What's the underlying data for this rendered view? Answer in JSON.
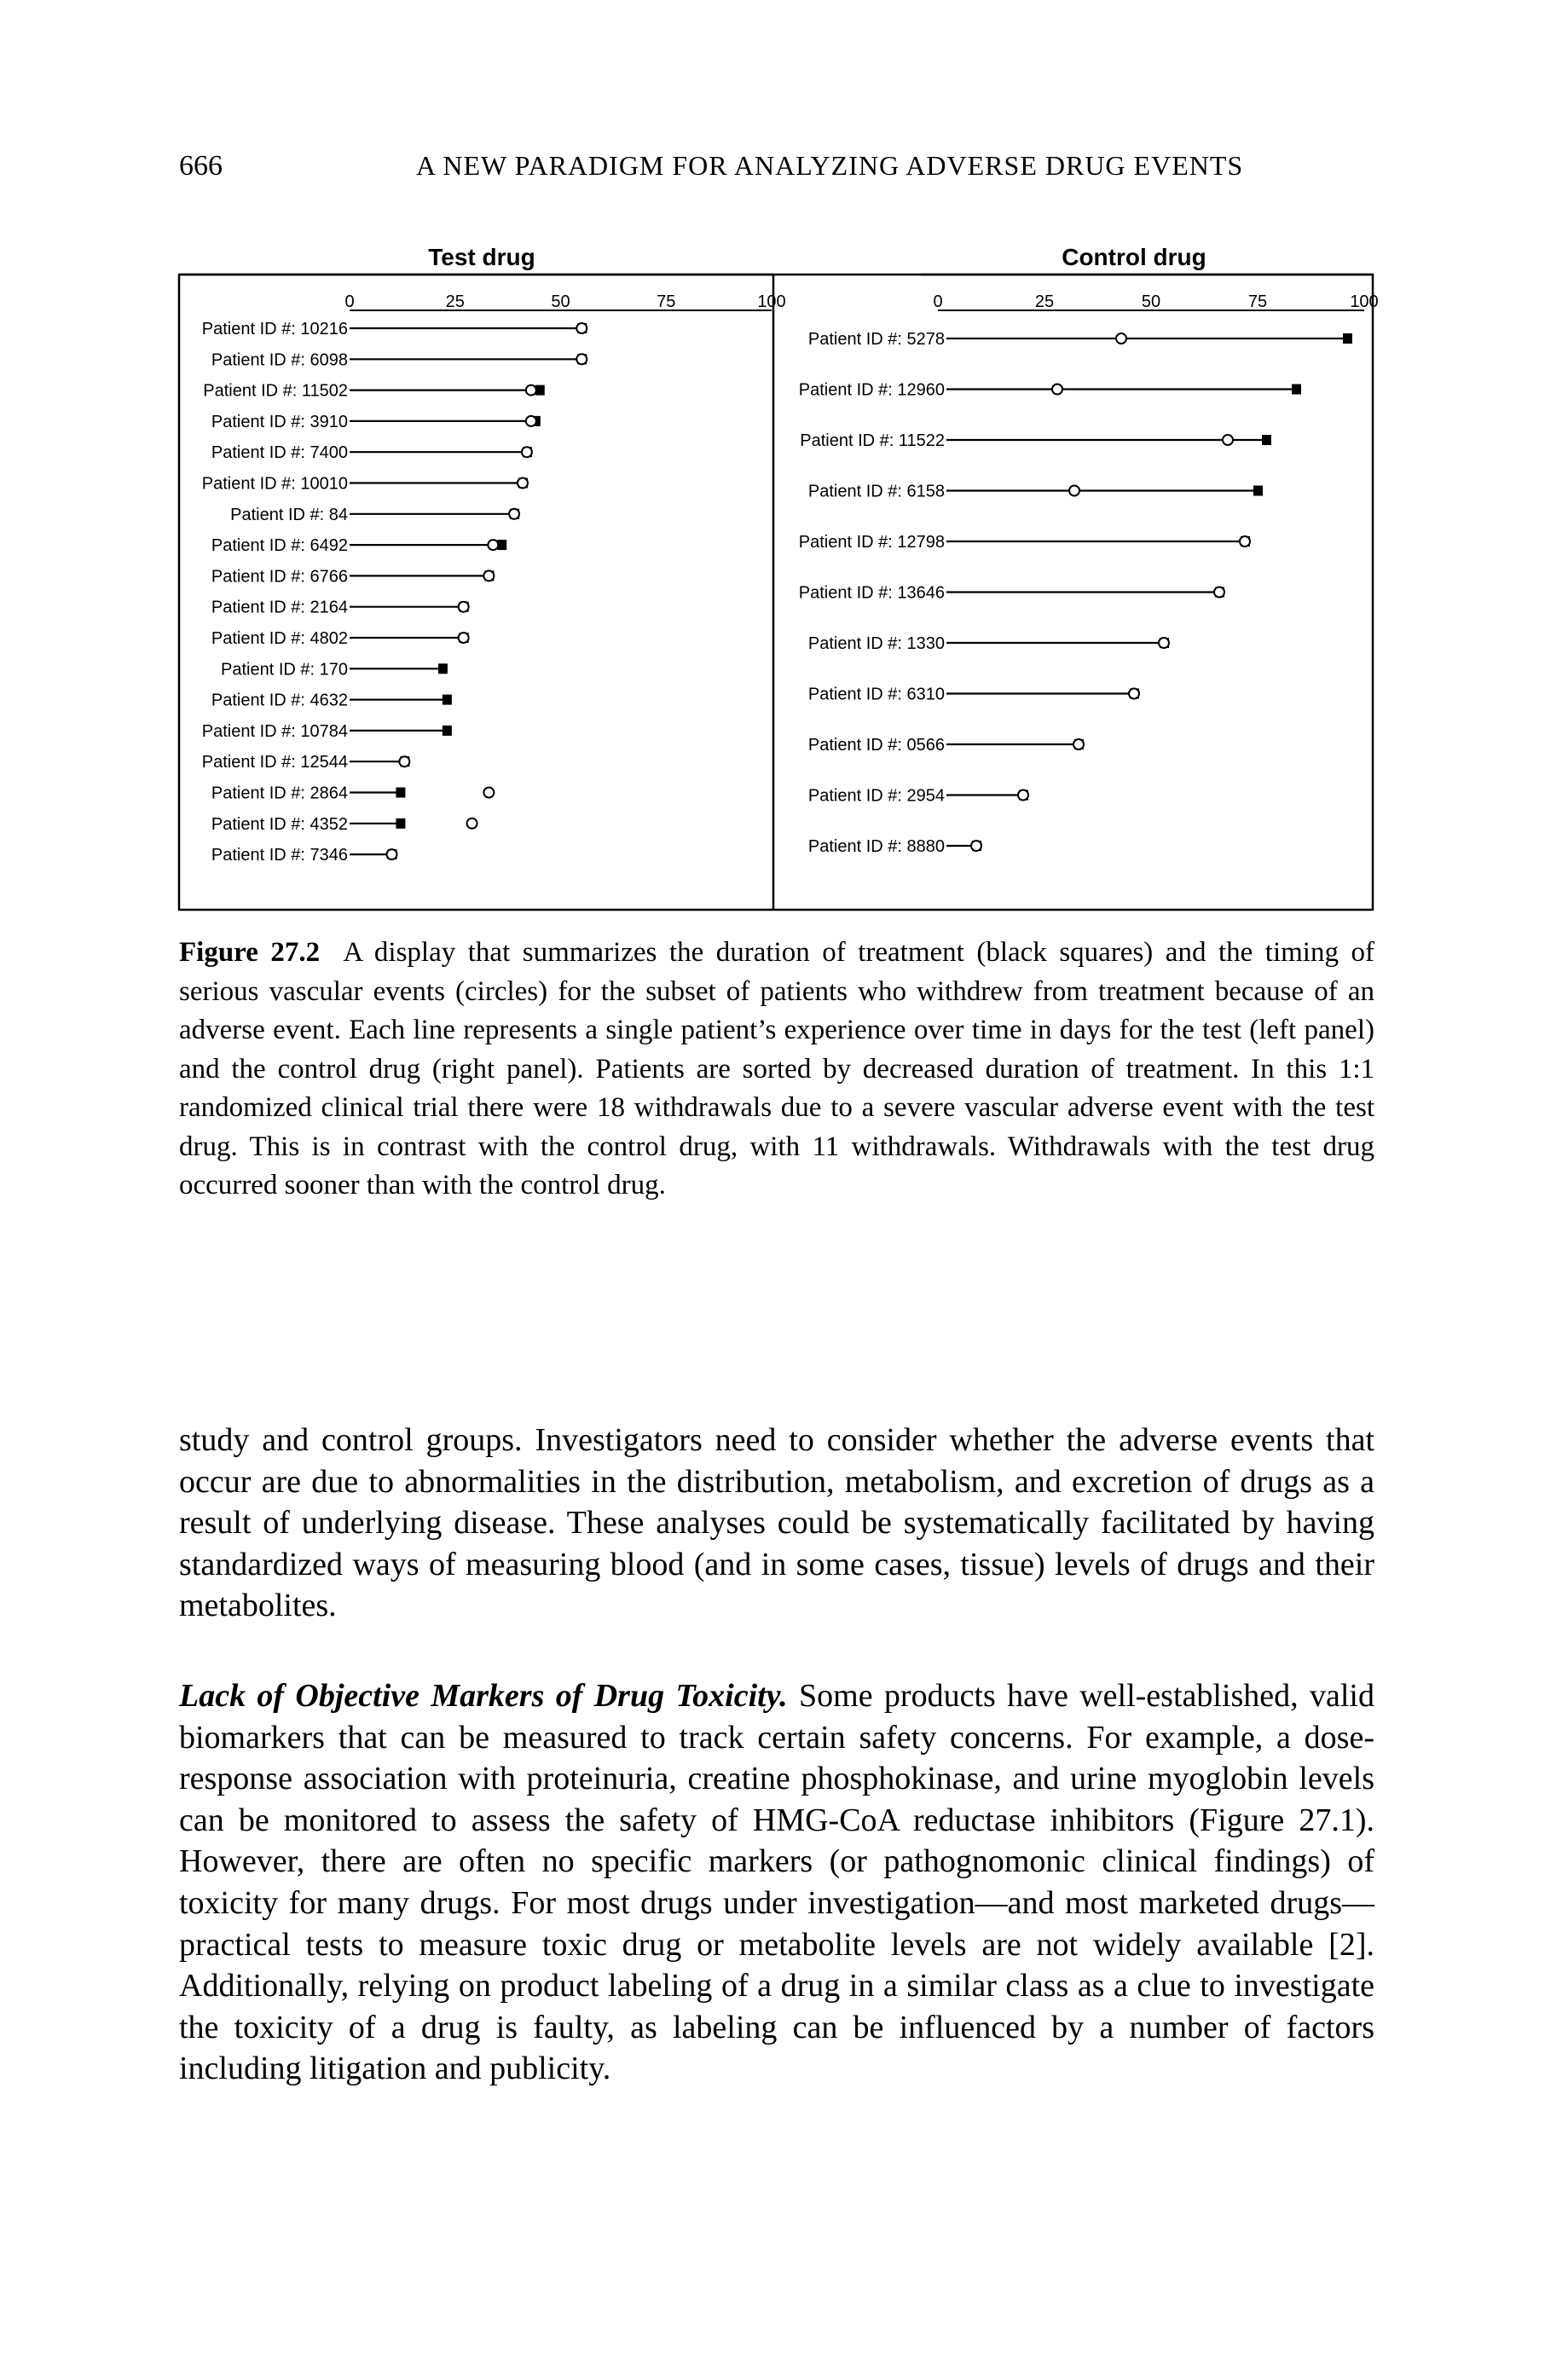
{
  "header": {
    "page_number": "666",
    "running_title": "A NEW PARADIGM FOR ANALYZING ADVERSE DRUG EVENTS"
  },
  "figure": {
    "number_label": "Figure 27.2",
    "caption": "A display that summarizes the duration of treatment (black squares) and the timing of serious vascular events (circles) for the subset of patients who withdrew from treatment because of an adverse event. Each line represents a single patient’s experience over time in days for the test (left panel) and the control drug (right panel). Patients are sorted by decreased duration of treatment. In this 1:1 randomized clinical trial there were 18 withdrawals due to a severe vascular adverse event with the test drug. This is in contrast with the control drug, with 11 withdrawals. Withdrawals with the test drug occurred sooner than with the control drug."
  },
  "body": {
    "p1": "study and control groups. Investigators need to consider whether the adverse events that occur are due to abnormalities in the distribution, metabolism, and excretion of drugs as a result of underlying disease. These analyses could be systematically facilitated by having standardized ways of measuring blood (and in some cases, tissue) levels of drugs and their metabolites.",
    "p2_heading": "Lack of Objective Markers of Drug Toxicity.",
    "p2": " Some products have well-established, valid biomarkers that can be measured to track certain safety concerns. For example, a dose-response association with proteinuria, creatine phosphokinase, and urine myoglobin levels can be monitored to assess the safety of HMG-CoA reductase inhibitors (Figure 27.1). However, there are often no specific markers (or pathognomonic clinical findings) of toxicity for many drugs. For most drugs under investigation—and most marketed drugs—practical tests to measure toxic drug or metabolite levels are not widely available [2]. Additionally, relying on product labeling of a drug in a similar class as a clue to investigate the toxicity of a drug is faulty, as labeling can be influenced by a number of factors including litigation and publicity."
  },
  "chart_data": [
    {
      "type": "timeline",
      "title": "Test drug",
      "ticks": [
        "0",
        "25",
        "50",
        "75",
        "100"
      ],
      "xlim": [
        0,
        100
      ],
      "series_meaning": {
        "end": "duration of treatment (black square)",
        "event": "serious vascular event (circle)"
      },
      "patients": [
        {
          "label": "Patient ID #: 10216",
          "end": 55,
          "event": 55
        },
        {
          "label": "Patient ID #: 6098",
          "end": 55,
          "event": 55
        },
        {
          "label": "Patient ID #: 11502",
          "end": 45,
          "event": 43
        },
        {
          "label": "Patient ID #: 3910",
          "end": 44,
          "event": 43
        },
        {
          "label": "Patient ID #: 7400",
          "end": 42,
          "event": 42
        },
        {
          "label": "Patient ID #: 10010",
          "end": 41,
          "event": 41
        },
        {
          "label": "Patient ID #: 84",
          "end": 39,
          "event": 39
        },
        {
          "label": "Patient ID #: 6492",
          "end": 36,
          "event": 34
        },
        {
          "label": "Patient ID #: 6766",
          "end": 33,
          "event": 33
        },
        {
          "label": "Patient ID #: 2164",
          "end": 27,
          "event": 27
        },
        {
          "label": "Patient ID #: 4802",
          "end": 27,
          "event": 27
        },
        {
          "label": "Patient ID #: 170",
          "end": 22,
          "event": null
        },
        {
          "label": "Patient ID #: 4632",
          "end": 23,
          "event": null
        },
        {
          "label": "Patient ID #: 10784",
          "end": 23,
          "event": null
        },
        {
          "label": "Patient ID #: 12544",
          "end": 13,
          "event": 13
        },
        {
          "label": "Patient ID #: 2864",
          "end": 12,
          "event": 33
        },
        {
          "label": "Patient ID #: 4352",
          "end": 12,
          "event": 29
        },
        {
          "label": "Patient ID #: 7346",
          "end": 10,
          "event": 10
        }
      ]
    },
    {
      "type": "timeline",
      "title": "Control drug",
      "ticks": [
        "0",
        "25",
        "50",
        "75",
        "100"
      ],
      "xlim": [
        0,
        100
      ],
      "series_meaning": {
        "end": "duration of treatment (black square)",
        "event": "serious vascular event (circle)"
      },
      "patients": [
        {
          "label": "Patient ID #: 5278",
          "end": 96,
          "event": 43
        },
        {
          "label": "Patient ID #: 12960",
          "end": 84,
          "event": 28
        },
        {
          "label": "Patient ID #: 11522",
          "end": 77,
          "event": 68
        },
        {
          "label": "Patient ID #: 6158",
          "end": 75,
          "event": 32
        },
        {
          "label": "Patient ID #: 12798",
          "end": 72,
          "event": 72
        },
        {
          "label": "Patient ID #: 13646",
          "end": 66,
          "event": 66
        },
        {
          "label": "Patient ID #: 1330",
          "end": 53,
          "event": 53
        },
        {
          "label": "Patient ID #: 6310",
          "end": 46,
          "event": 46
        },
        {
          "label": "Patient ID #: 0566",
          "end": 33,
          "event": 33
        },
        {
          "label": "Patient ID #: 2954",
          "end": 20,
          "event": 20
        },
        {
          "label": "Patient ID #: 8880",
          "end": 9,
          "event": 9
        }
      ]
    }
  ]
}
